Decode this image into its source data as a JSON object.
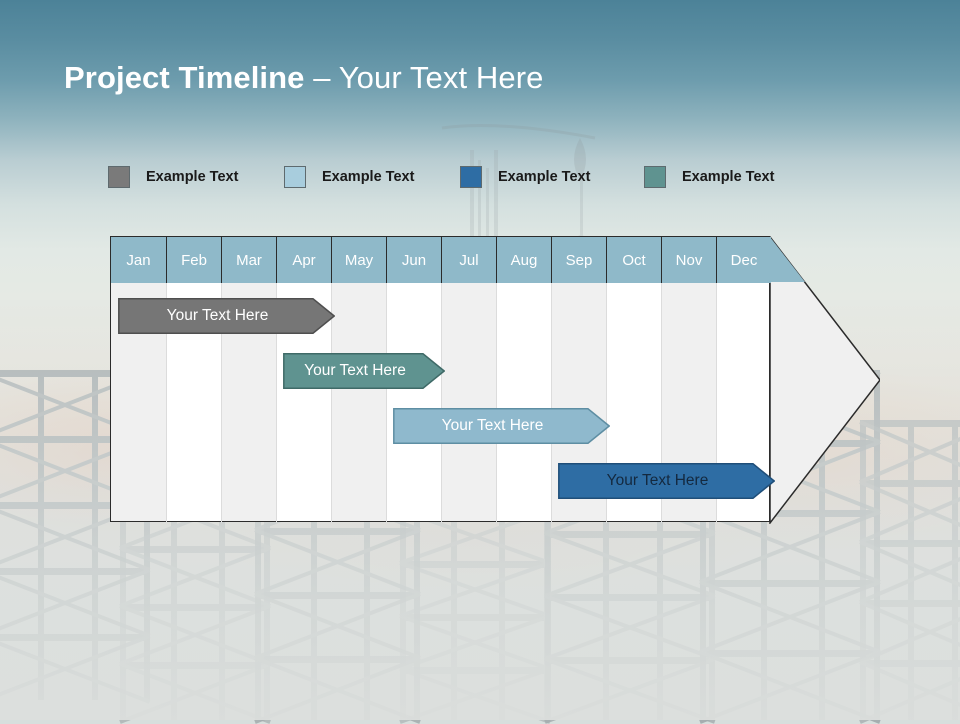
{
  "slide": {
    "title_strong": "Project Timeline",
    "title_light": " – Your Text Here"
  },
  "legend": {
    "items": [
      {
        "label": "Example Text",
        "color": "#7a7a7a",
        "name": "legend-gray"
      },
      {
        "label": "Example Text",
        "color": "#a8cddd",
        "name": "legend-light-blue"
      },
      {
        "label": "Example Text",
        "color": "#2e6da4",
        "name": "legend-dark-blue"
      },
      {
        "label": "Example Text",
        "color": "#5f9390",
        "name": "legend-teal"
      }
    ]
  },
  "timeline": {
    "months": [
      "Jan",
      "Feb",
      "Mar",
      "Apr",
      "May",
      "Jun",
      "Jul",
      "Aug",
      "Sep",
      "Oct",
      "Nov",
      "Dec"
    ],
    "header_bg": "#8fb9c9",
    "header_text_color": "#ffffff",
    "body_fill": "#ffffff",
    "stripe_fill": "#f0f0f0",
    "arrow_tip_fill": "#f0f0f0",
    "outline": "#2b2b2b",
    "bars": [
      {
        "label": "Your  Text Here",
        "color": "#767676",
        "border": "#4f4f4f",
        "text_color": "#ffffff",
        "start_month": "Jan",
        "end_month": "Apr",
        "name": "task-bar-1"
      },
      {
        "label": "Your  Text Here",
        "color": "#5f9390",
        "border": "#3f6a67",
        "text_color": "#ffffff",
        "start_month": "Apr",
        "end_month": "Jun",
        "name": "task-bar-2"
      },
      {
        "label": "Your  Text Here",
        "color": "#8fb9cd",
        "border": "#5e8ea3",
        "text_color": "#ffffff",
        "start_month": "Jun",
        "end_month": "Sep",
        "name": "task-bar-3"
      },
      {
        "label": "Your  Text Here",
        "color": "#2e6da4",
        "border": "#1f4e79",
        "text_color": "#14293f",
        "start_month": "Sep",
        "end_month": "Dec",
        "name": "task-bar-4"
      }
    ]
  },
  "theme": {
    "sky_top": "#4c8298",
    "sky_bottom": "#e6eae4",
    "title_color": "#ffffff"
  }
}
